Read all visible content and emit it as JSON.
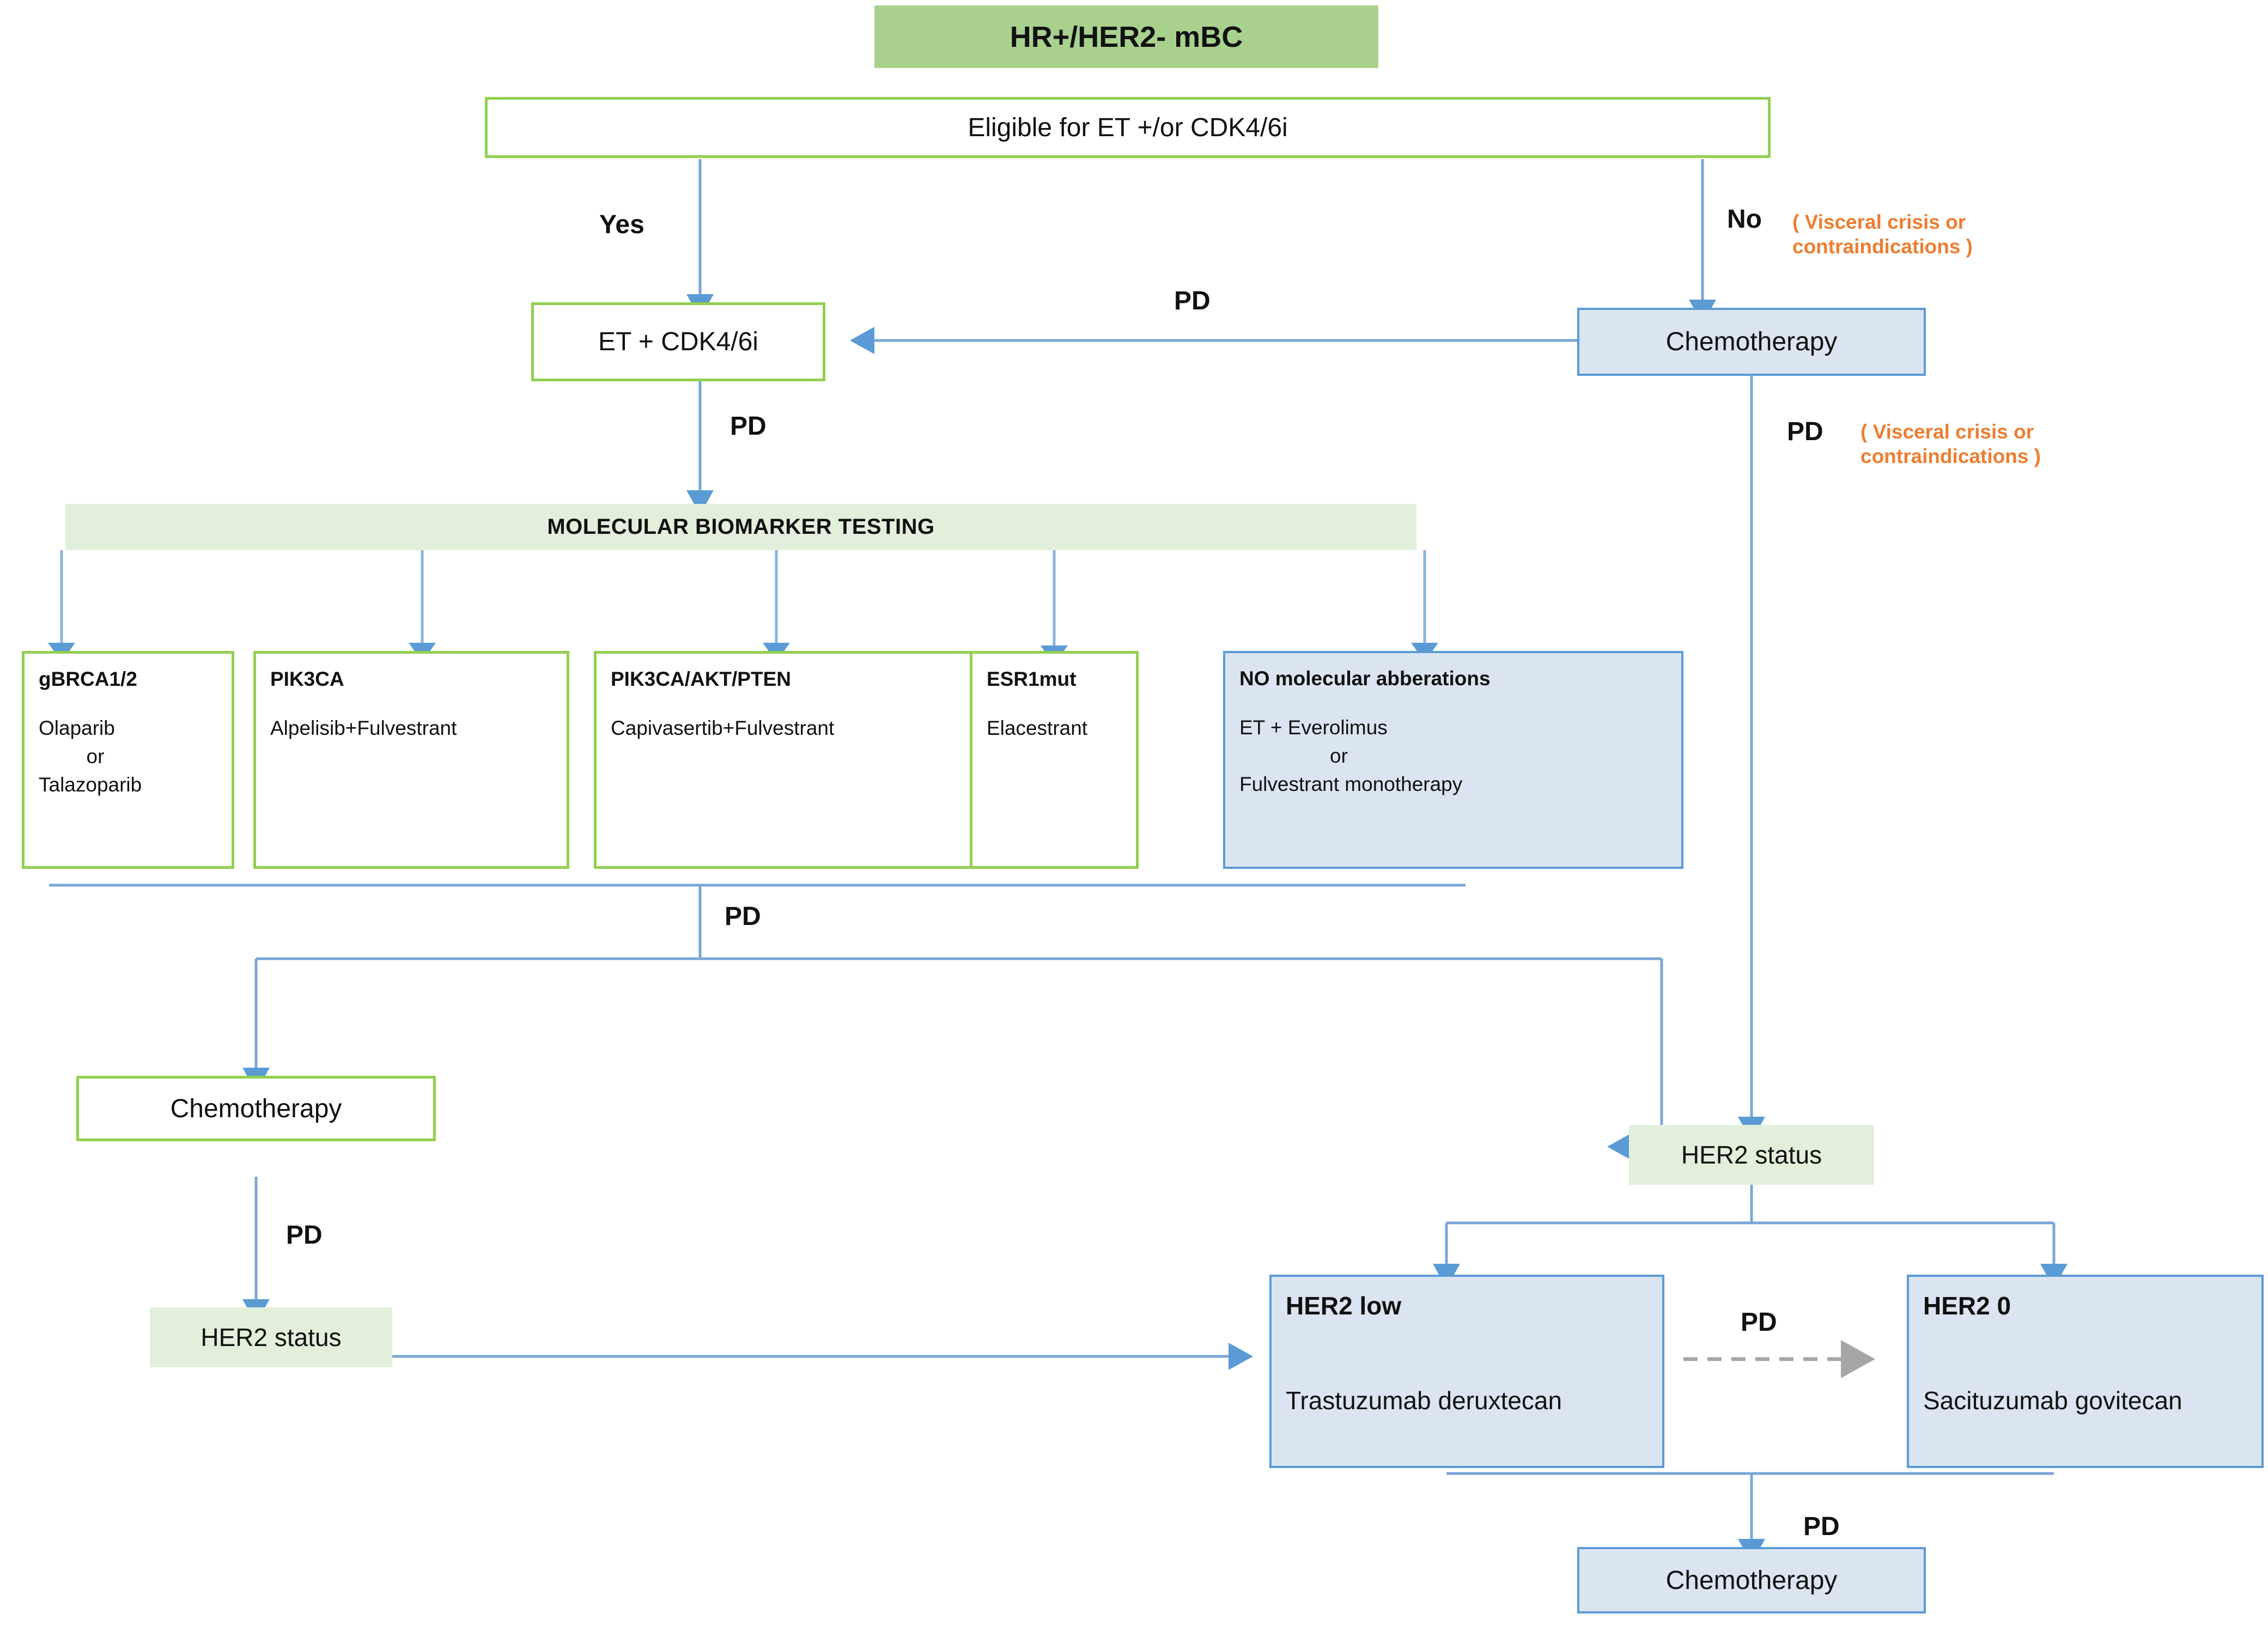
{
  "title": "HR+/HER2- mBC treatment algorithm flowchart",
  "colors": {
    "green_header_fill": "#a9d18e",
    "green_border": "#92d050",
    "light_green_fill": "#e2efda",
    "blue_fill": "#dbe5f1",
    "blue_border": "#5b9bd5",
    "arrow_blue": "#7aa6d6",
    "orange_text": "#ed7d31",
    "dashed_gray": "#a6a6a6"
  },
  "nodes": {
    "header": "HR+/HER2-  mBC",
    "eligibility": "Eligible for ET +/or CDK4/6i",
    "et_cdk": "ET + CDK4/6i",
    "chemo_first_line": "Chemotherapy",
    "biomarker_bar": "MOLECULAR BIOMARKER TESTING",
    "chemo_after_biomarker": "Chemotherapy",
    "her2_status_left": "HER2 status",
    "her2_status_right": "HER2 status",
    "chemo_final": "Chemotherapy"
  },
  "biomarker_boxes": [
    {
      "name": "gBRCA1/2",
      "lines": [
        "Olaparib",
        "or",
        "Talazoparib"
      ],
      "style": "green"
    },
    {
      "name": "PIK3CA",
      "lines": [
        "Alpelisib+Fulvestrant"
      ],
      "style": "green"
    },
    {
      "name": "PIK3CA/AKT/PTEN",
      "lines": [
        "Capivasertib+Fulvestrant"
      ],
      "style": "green"
    },
    {
      "name": "ESR1mut",
      "lines": [
        "Elacestrant"
      ],
      "style": "green"
    },
    {
      "name": "NO molecular abberations",
      "lines": [
        "ET + Everolimus",
        "or",
        "Fulvestrant monotherapy"
      ],
      "style": "blue"
    }
  ],
  "her2_boxes": [
    {
      "name": "HER2 low",
      "drug": "Trastuzumab deruxtecan"
    },
    {
      "name": "HER2 0",
      "drug": "Sacituzumab govitecan"
    }
  ],
  "edge_labels": {
    "yes": "Yes",
    "no": "No",
    "pd": "PD",
    "pd_chemo_back": "PD",
    "pd_et_to_biomarker": "PD",
    "pd_biomarker_down": "PD",
    "pd_chemo_to_her2": "PD",
    "pd_her2low_to_her20": "PD",
    "pd_final_chemo": "PD",
    "pd_chemo_right": "PD",
    "paren_no": "( Visceral crisis or\ncontraindications )",
    "paren_pd": "( Visceral crisis or\ncontraindications )"
  }
}
